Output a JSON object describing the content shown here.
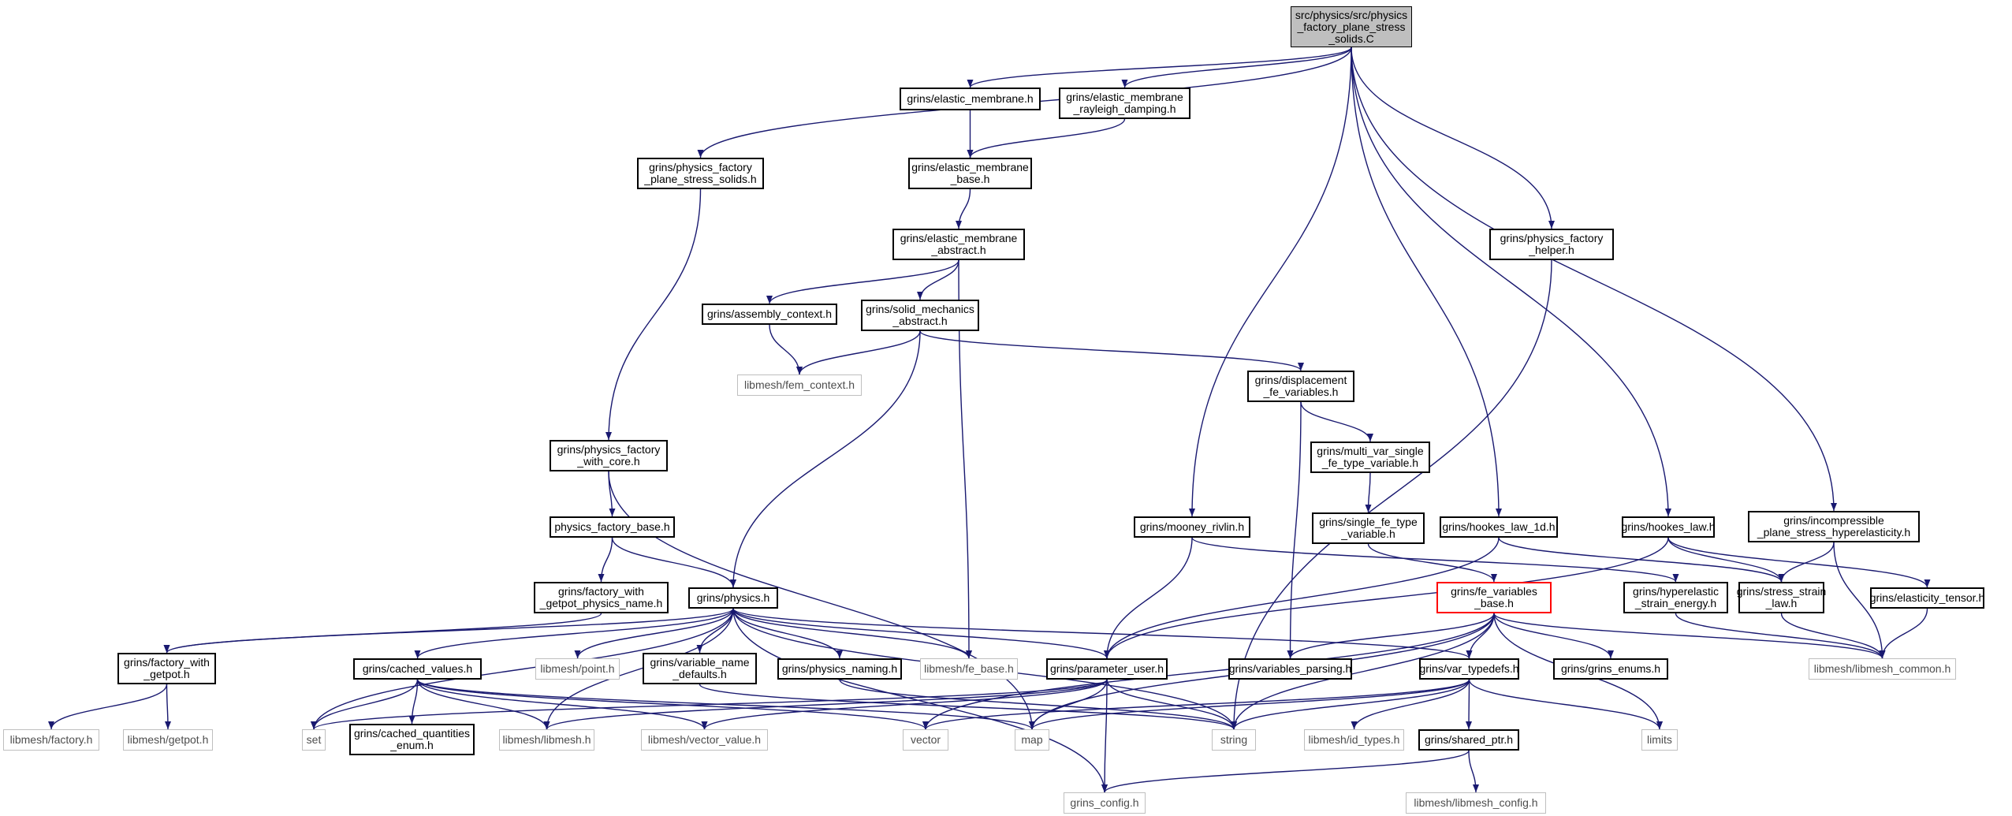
{
  "colors": {
    "edge": "#191970",
    "node_border": "#000000",
    "external_border": "#bfbfbf",
    "root_fill": "#bfbfbf",
    "highlight": "#ff0000"
  },
  "nodes": [
    {
      "id": "root",
      "label": "src/physics/src/physics\n_factory_plane_stress\n_solids.C",
      "kind": "root"
    },
    {
      "id": "pf_pss",
      "label": "grins/physics_factory\n_plane_stress_solids.h",
      "kind": "file"
    },
    {
      "id": "elastic_membrane",
      "label": "grins/elastic_membrane.h",
      "kind": "file"
    },
    {
      "id": "em_rayleigh",
      "label": "grins/elastic_membrane\n_rayleigh_damping.h",
      "kind": "file"
    },
    {
      "id": "em_base",
      "label": "grins/elastic_membrane\n_base.h",
      "kind": "file"
    },
    {
      "id": "em_abstract",
      "label": "grins/elastic_membrane\n_abstract.h",
      "kind": "file"
    },
    {
      "id": "assembly_context",
      "label": "grins/assembly_context.h",
      "kind": "file"
    },
    {
      "id": "solid_mech",
      "label": "grins/solid_mechanics\n_abstract.h",
      "kind": "file"
    },
    {
      "id": "fem_context",
      "label": "libmesh/fem_context.h",
      "kind": "external"
    },
    {
      "id": "displacement",
      "label": "grins/displacement\n_fe_variables.h",
      "kind": "file"
    },
    {
      "id": "multi_var",
      "label": "grins/multi_var_single\n_fe_type_variable.h",
      "kind": "file"
    },
    {
      "id": "single_fe",
      "label": "grins/single_fe_type\n_variable.h",
      "kind": "file"
    },
    {
      "id": "pf_with_core",
      "label": "grins/physics_factory\n_with_core.h",
      "kind": "file"
    },
    {
      "id": "pf_base",
      "label": "physics_factory_base.h",
      "kind": "file"
    },
    {
      "id": "factory_with_getpot_name",
      "label": "grins/factory_with\n_getpot_physics_name.h",
      "kind": "file"
    },
    {
      "id": "physics",
      "label": "grins/physics.h",
      "kind": "file"
    },
    {
      "id": "factory_with_getpot",
      "label": "grins/factory_with\n_getpot.h",
      "kind": "file"
    },
    {
      "id": "cached_values",
      "label": "grins/cached_values.h",
      "kind": "file"
    },
    {
      "id": "point",
      "label": "libmesh/point.h",
      "kind": "external"
    },
    {
      "id": "var_name_defaults",
      "label": "grins/variable_name\n_defaults.h",
      "kind": "file"
    },
    {
      "id": "physics_naming",
      "label": "grins/physics_naming.h",
      "kind": "file"
    },
    {
      "id": "fe_base",
      "label": "libmesh/fe_base.h",
      "kind": "external"
    },
    {
      "id": "parameter_user",
      "label": "grins/parameter_user.h",
      "kind": "file"
    },
    {
      "id": "mooney_rivlin",
      "label": "grins/mooney_rivlin.h",
      "kind": "file"
    },
    {
      "id": "hookes_law_1d",
      "label": "grins/hookes_law_1d.h",
      "kind": "file"
    },
    {
      "id": "hookes_law",
      "label": "grins/hookes_law.h",
      "kind": "file"
    },
    {
      "id": "pf_helper",
      "label": "grins/physics_factory\n_helper.h",
      "kind": "file"
    },
    {
      "id": "incompressible",
      "label": "grins/incompressible\n_plane_stress_hyperelasticity.h",
      "kind": "file"
    },
    {
      "id": "fe_variables_base",
      "label": "grins/fe_variables\n_base.h",
      "kind": "highlight"
    },
    {
      "id": "hyperelastic_se",
      "label": "grins/hyperelastic\n_strain_energy.h",
      "kind": "file"
    },
    {
      "id": "stress_strain",
      "label": "grins/stress_strain\n_law.h",
      "kind": "file"
    },
    {
      "id": "elasticity_tensor",
      "label": "grins/elasticity_tensor.h",
      "kind": "file"
    },
    {
      "id": "libmesh_common",
      "label": "libmesh/libmesh_common.h",
      "kind": "external"
    },
    {
      "id": "variables_parsing",
      "label": "grins/variables_parsing.h",
      "kind": "file"
    },
    {
      "id": "var_typedefs",
      "label": "grins/var_typedefs.h",
      "kind": "file"
    },
    {
      "id": "grins_enums",
      "label": "grins/grins_enums.h",
      "kind": "file"
    },
    {
      "id": "factory",
      "label": "libmesh/factory.h",
      "kind": "external"
    },
    {
      "id": "getpot",
      "label": "libmesh/getpot.h",
      "kind": "external"
    },
    {
      "id": "set",
      "label": "set",
      "kind": "external"
    },
    {
      "id": "cached_q_enum",
      "label": "grins/cached_quantities\n_enum.h",
      "kind": "file"
    },
    {
      "id": "libmesh_h",
      "label": "libmesh/libmesh.h",
      "kind": "external"
    },
    {
      "id": "vector_value",
      "label": "libmesh/vector_value.h",
      "kind": "external"
    },
    {
      "id": "vector",
      "label": "vector",
      "kind": "external"
    },
    {
      "id": "map",
      "label": "map",
      "kind": "external"
    },
    {
      "id": "string",
      "label": "string",
      "kind": "external"
    },
    {
      "id": "id_types",
      "label": "libmesh/id_types.h",
      "kind": "external"
    },
    {
      "id": "shared_ptr",
      "label": "grins/shared_ptr.h",
      "kind": "file"
    },
    {
      "id": "limits",
      "label": "limits",
      "kind": "external"
    },
    {
      "id": "grins_config",
      "label": "grins_config.h",
      "kind": "external"
    },
    {
      "id": "libmesh_config",
      "label": "libmesh/libmesh_config.h",
      "kind": "external"
    }
  ],
  "edges": [
    [
      "root",
      "pf_pss"
    ],
    [
      "root",
      "elastic_membrane"
    ],
    [
      "root",
      "em_rayleigh"
    ],
    [
      "root",
      "mooney_rivlin"
    ],
    [
      "root",
      "hookes_law_1d"
    ],
    [
      "root",
      "pf_helper"
    ],
    [
      "root",
      "hookes_law"
    ],
    [
      "root",
      "incompressible"
    ],
    [
      "elastic_membrane",
      "em_base"
    ],
    [
      "em_rayleigh",
      "em_base"
    ],
    [
      "em_base",
      "em_abstract"
    ],
    [
      "em_abstract",
      "assembly_context"
    ],
    [
      "em_abstract",
      "solid_mech"
    ],
    [
      "em_abstract",
      "fe_base"
    ],
    [
      "assembly_context",
      "fem_context"
    ],
    [
      "solid_mech",
      "fem_context"
    ],
    [
      "solid_mech",
      "displacement"
    ],
    [
      "solid_mech",
      "physics"
    ],
    [
      "displacement",
      "multi_var"
    ],
    [
      "displacement",
      "variables_parsing"
    ],
    [
      "multi_var",
      "single_fe"
    ],
    [
      "single_fe",
      "fe_variables_base"
    ],
    [
      "pf_pss",
      "pf_with_core"
    ],
    [
      "pf_with_core",
      "pf_base"
    ],
    [
      "pf_with_core",
      "map"
    ],
    [
      "pf_base",
      "factory_with_getpot_name"
    ],
    [
      "pf_base",
      "physics"
    ],
    [
      "factory_with_getpot_name",
      "factory_with_getpot"
    ],
    [
      "factory_with_getpot",
      "factory"
    ],
    [
      "factory_with_getpot",
      "getpot"
    ],
    [
      "physics",
      "factory_with_getpot"
    ],
    [
      "physics",
      "cached_values"
    ],
    [
      "physics",
      "point"
    ],
    [
      "physics",
      "var_name_defaults"
    ],
    [
      "physics",
      "physics_naming"
    ],
    [
      "physics",
      "fe_base"
    ],
    [
      "physics",
      "parameter_user"
    ],
    [
      "physics",
      "string"
    ],
    [
      "physics",
      "var_typedefs"
    ],
    [
      "physics",
      "set"
    ],
    [
      "physics",
      "libmesh_h"
    ],
    [
      "physics",
      "grins_config"
    ],
    [
      "cached_values",
      "set"
    ],
    [
      "cached_values",
      "cached_q_enum"
    ],
    [
      "cached_values",
      "libmesh_h"
    ],
    [
      "cached_values",
      "vector_value"
    ],
    [
      "cached_values",
      "vector"
    ],
    [
      "cached_values",
      "map"
    ],
    [
      "var_name_defaults",
      "string"
    ],
    [
      "physics_naming",
      "string"
    ],
    [
      "parameter_user",
      "set"
    ],
    [
      "parameter_user",
      "libmesh_h"
    ],
    [
      "parameter_user",
      "vector_value"
    ],
    [
      "parameter_user",
      "map"
    ],
    [
      "parameter_user",
      "string"
    ],
    [
      "parameter_user",
      "grins_config"
    ],
    [
      "mooney_rivlin",
      "parameter_user"
    ],
    [
      "mooney_rivlin",
      "hyperelastic_se"
    ],
    [
      "hookes_law_1d",
      "parameter_user"
    ],
    [
      "hookes_law_1d",
      "stress_strain"
    ],
    [
      "hookes_law",
      "parameter_user"
    ],
    [
      "hookes_law",
      "stress_strain"
    ],
    [
      "hookes_law",
      "elasticity_tensor"
    ],
    [
      "pf_helper",
      "string"
    ],
    [
      "incompressible",
      "stress_strain"
    ],
    [
      "incompressible",
      "libmesh_common"
    ],
    [
      "hyperelastic_se",
      "libmesh_common"
    ],
    [
      "stress_strain",
      "libmesh_common"
    ],
    [
      "elasticity_tensor",
      "libmesh_common"
    ],
    [
      "fe_variables_base",
      "variables_parsing"
    ],
    [
      "fe_variables_base",
      "var_typedefs"
    ],
    [
      "fe_variables_base",
      "grins_enums"
    ],
    [
      "fe_variables_base",
      "libmesh_common"
    ],
    [
      "fe_variables_base",
      "string"
    ],
    [
      "fe_variables_base",
      "vector"
    ],
    [
      "fe_variables_base",
      "map"
    ],
    [
      "fe_variables_base",
      "limits"
    ],
    [
      "var_typedefs",
      "vector"
    ],
    [
      "var_typedefs",
      "map"
    ],
    [
      "var_typedefs",
      "string"
    ],
    [
      "var_typedefs",
      "id_types"
    ],
    [
      "var_typedefs",
      "shared_ptr"
    ],
    [
      "var_typedefs",
      "limits"
    ],
    [
      "shared_ptr",
      "grins_config"
    ],
    [
      "shared_ptr",
      "libmesh_config"
    ]
  ]
}
